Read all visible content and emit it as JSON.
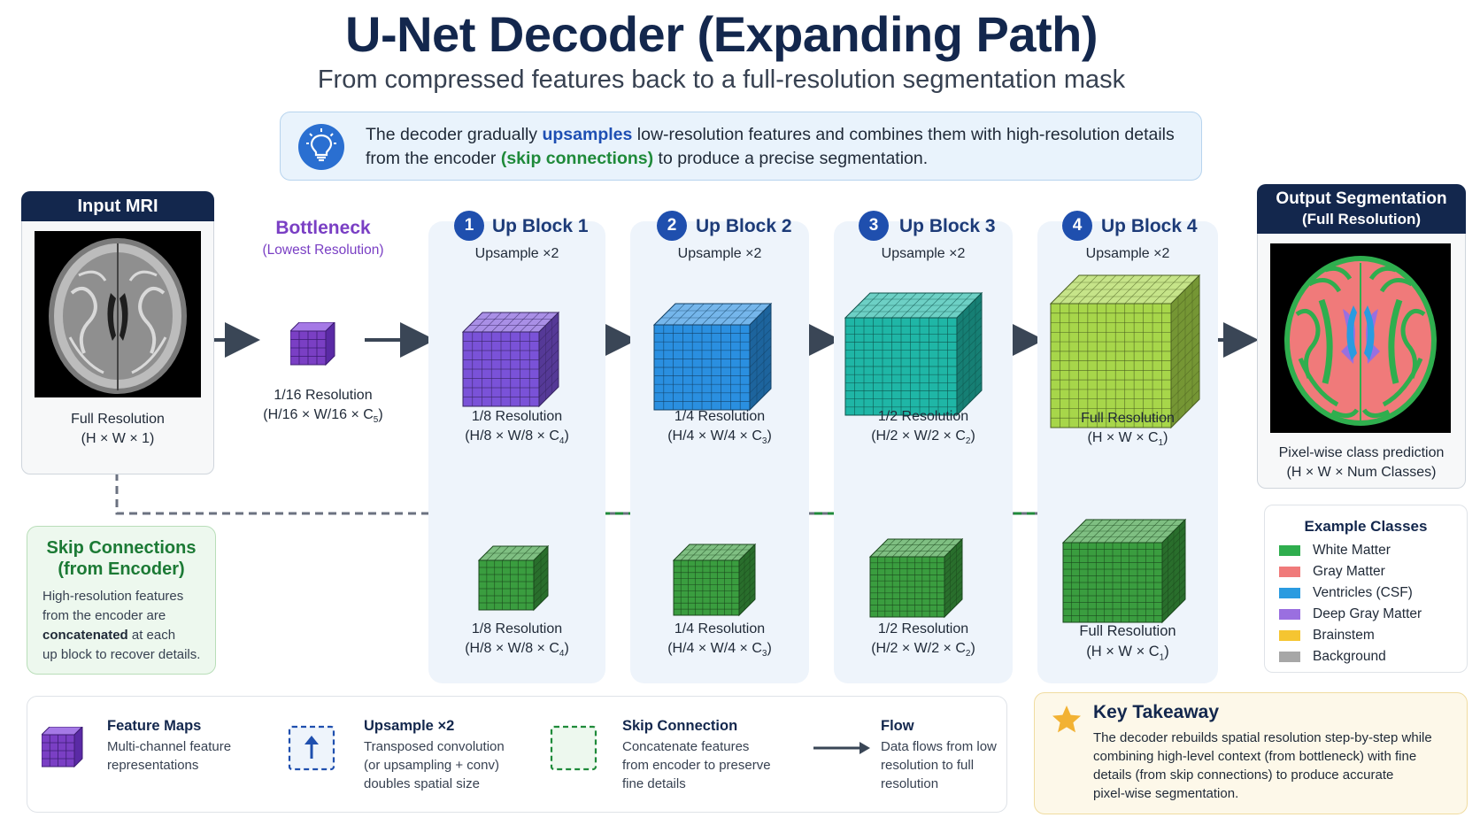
{
  "header": {
    "title": "U-Net Decoder (Expanding Path)",
    "subtitle": "From compressed features back to a full-resolution segmentation mask"
  },
  "info": {
    "part1": "The decoder gradually ",
    "highlight1": "upsamples",
    "part2": " low-resolution features and combines them with high-resolution details from the encoder ",
    "highlight2": "(skip connections)",
    "part3": " to produce a precise segmentation.",
    "icon": "lightbulb-icon"
  },
  "input": {
    "title": "Input MRI",
    "cap1": "Full Resolution",
    "cap2": "(H × W × 1)"
  },
  "bottleneck": {
    "title": "Bottleneck",
    "sub": "(Lowest Resolution)",
    "cap1": "1/16 Resolution",
    "cap2_pre": "(H/16 × W/16 × C",
    "cap2_sub": "5",
    "cap2_post": ")"
  },
  "blocks": [
    {
      "num": "1",
      "title": "Up Block 1",
      "sub": "Upsample ×2",
      "cap1": "1/8 Resolution",
      "cap2_pre": "(H/8 × W/8 × C",
      "cap2_sub": "4",
      "cap2_post": ")",
      "skip_cap1": "1/8 Resolution",
      "skip_cap2_pre": "(H/8 × W/8 × C",
      "skip_cap2_sub": "4",
      "skip_cap2_post": ")"
    },
    {
      "num": "2",
      "title": "Up Block 2",
      "sub": "Upsample ×2",
      "cap1": "1/4 Resolution",
      "cap2_pre": "(H/4 × W/4 × C",
      "cap2_sub": "3",
      "cap2_post": ")",
      "skip_cap1": "1/4 Resolution",
      "skip_cap2_pre": "(H/4 × W/4 × C",
      "skip_cap2_sub": "3",
      "skip_cap2_post": ")"
    },
    {
      "num": "3",
      "title": "Up Block 3",
      "sub": "Upsample ×2",
      "cap1": "1/2 Resolution",
      "cap2_pre": "(H/2 × W/2 × C",
      "cap2_sub": "2",
      "cap2_post": ")",
      "skip_cap1": "1/2 Resolution",
      "skip_cap2_pre": "(H/2 × W/2 × C",
      "skip_cap2_sub": "2",
      "skip_cap2_post": ")"
    },
    {
      "num": "4",
      "title": "Up Block 4",
      "sub": "Upsample ×2",
      "cap1": "Full Resolution",
      "cap2_pre": "(H × W × C",
      "cap2_sub": "1",
      "cap2_post": ")",
      "skip_cap1": "Full Resolution",
      "skip_cap2_pre": "(H × W × C",
      "skip_cap2_sub": "1",
      "skip_cap2_post": ")"
    }
  ],
  "output": {
    "title1": "Output Segmentation",
    "title2": "(Full Resolution)",
    "cap1": "Pixel-wise class prediction",
    "cap2": "(H × W × Num Classes)"
  },
  "skip": {
    "title1": "Skip Connections",
    "title2": "(from Encoder)",
    "line1": "High-resolution features",
    "line2": "from the encoder are",
    "line3_bold": "concatenated",
    "line3_rest": " at each",
    "line4": "up block to recover details."
  },
  "classes": {
    "title": "Example Classes",
    "items": [
      {
        "label": "White Matter",
        "color": "#2fae4e"
      },
      {
        "label": "Gray Matter",
        "color": "#f07a7a"
      },
      {
        "label": "Ventricles (CSF)",
        "color": "#2a9be0"
      },
      {
        "label": "Deep Gray Matter",
        "color": "#9a6fe0"
      },
      {
        "label": "Brainstem",
        "color": "#f5c531"
      },
      {
        "label": "Background",
        "color": "#a7a7a7"
      }
    ]
  },
  "legend": [
    {
      "title": "Feature Maps",
      "desc": [
        "Multi-channel feature",
        "representations"
      ],
      "icon": "cube-icon"
    },
    {
      "title": "Upsample ×2",
      "desc": [
        "Transposed convolution",
        "(or upsampling + conv)",
        "doubles spatial size"
      ],
      "icon": "up-arrow-icon"
    },
    {
      "title": "Skip Connection",
      "desc": [
        "Concatenate features",
        "from encoder to preserve",
        "fine details"
      ],
      "icon": "dashed-box-icon"
    },
    {
      "title": "Flow",
      "desc": [
        "Data flows from low",
        "resolution to full",
        "resolution"
      ],
      "icon": "right-arrow-icon"
    }
  ],
  "takeaway": {
    "title": "Key Takeaway",
    "lines": [
      "The decoder rebuilds spatial resolution step-by-step while",
      "combining high-level context (from bottleneck) with fine",
      "details (from skip connections) to produce accurate",
      "pixel-wise segmentation."
    ],
    "icon": "star-icon"
  },
  "colors": {
    "navy": "#13274d",
    "purple": "#7a3fc4",
    "blue": "#2a8fe0",
    "teal": "#1fb6a6",
    "lime": "#a7d64a",
    "green": "#3a9d3f",
    "skip_green": "#1f8a3a"
  }
}
